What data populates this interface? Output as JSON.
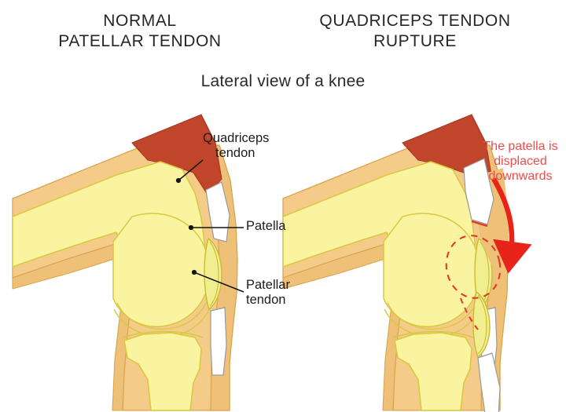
{
  "document": {
    "type": "medical-illustration",
    "subject": "knee-lateral-view-comparison"
  },
  "titles": {
    "left": {
      "line1": "NORMAL",
      "line2": "PATELLAR TENDON"
    },
    "right": {
      "line1": "QUADRICEPS TENDON",
      "line2": "RUPTURE"
    }
  },
  "subtitle": "Lateral view of a knee",
  "labels": {
    "quadriceps_tendon": {
      "line1": "Quadriceps",
      "line2": "tendon"
    },
    "patella": {
      "line1": "Patella"
    },
    "patellar_tendon": {
      "line1": "Patellar",
      "line2": "tendon"
    }
  },
  "annotation_right": {
    "line1": "The patella",
    "line2": "is displaced",
    "line3": "downwards"
  },
  "colors": {
    "background": "#ffffff",
    "skin": "#f5cb8a",
    "skin_shadow": "#efc078",
    "bone": "#faf4a0",
    "bone_outline": "#d8c93f",
    "cartilage": "#f1ee8f",
    "muscle": "#c0452b",
    "tendon_white": "#ffffff",
    "tendon_outline": "#9a9a9a",
    "text_dark": "#1c1c1c",
    "annotation_red": "#ef4b4b",
    "arrow_red": "#e8231a",
    "dashed_marker_red": "#e23a20",
    "leader_line": "#141414"
  },
  "panels": [
    {
      "name": "normal-knee",
      "side": "left",
      "state": "intact",
      "quadriceps_tendon": "continuous",
      "patella_position": "normal"
    },
    {
      "name": "ruptured-knee",
      "side": "right",
      "state": "quadriceps-tendon-ruptured",
      "quadriceps_tendon": "torn-gap",
      "patella_position": "displaced-downwards",
      "former_patella_outline": "red-dashed"
    }
  ]
}
